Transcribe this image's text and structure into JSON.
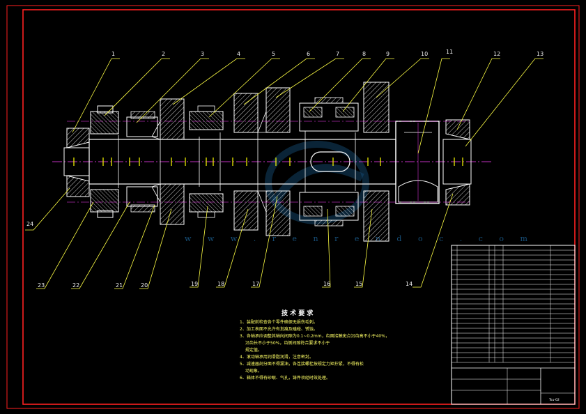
{
  "part_numbers_top": [
    "1",
    "2",
    "3",
    "4",
    "5",
    "6",
    "7",
    "8",
    "9",
    "10",
    "11",
    "12",
    "13"
  ],
  "part_numbers_bottom": [
    "24",
    "23",
    "22",
    "21",
    "20",
    "19",
    "18",
    "17",
    "16",
    "15",
    "14"
  ],
  "technical_requirements": {
    "title": "技 术 要 求",
    "items": [
      "1、装配前检查各个零件确保无损伤毛刺。",
      "2、加工表面不允许有划痕及磕碰、锈蚀。",
      "3、各轴承应调整其轴向间隙为0.1~0.2mm，齿面接触斑点沿齿高不小于40%，",
      "沿齿长不小于50%，齿侧间隙符合要求不小于",
      "规定值。",
      "4、滚动轴承用润滑脂润滑，注意密封。",
      "5、减速器剖分面不得漏油，各连接螺栓按规定力矩拧紧，不得有松",
      "动现象。",
      "6、箱体不得有砂眼、气孔，铸件须经时效处理。"
    ]
  },
  "watermark": "w w w . r e n r e n d o c . c o m",
  "title_block": {
    "drawing_number": "Tsu-02"
  },
  "colors": {
    "frame": "#ff2020",
    "outline": "#ffffff",
    "centerline": "#ff40ff",
    "hatch": "#ffffff",
    "leader": "#ffff44",
    "dimension": "#ffff00",
    "watermark": "#1f6ba3"
  }
}
